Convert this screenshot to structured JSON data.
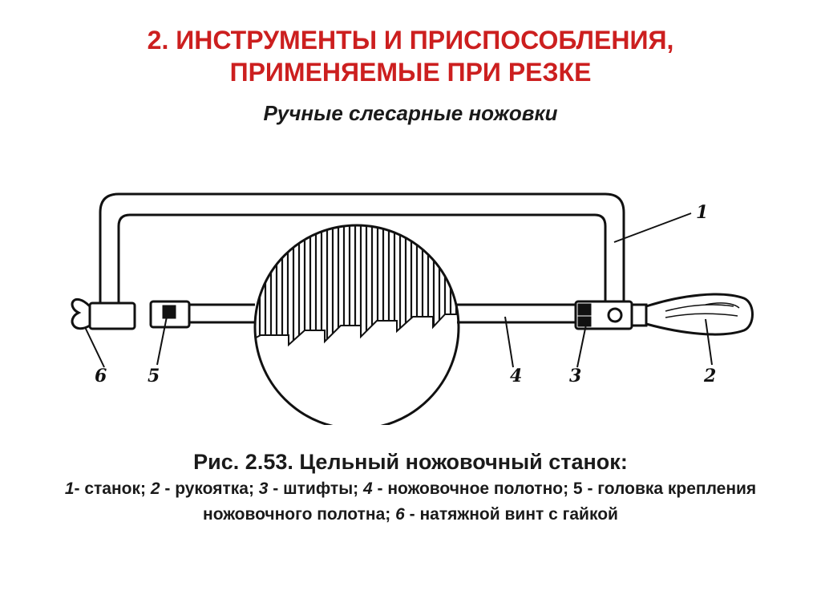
{
  "slide": {
    "title_line1": "2. ИНСТРУМЕНТЫ И ПРИСПОСОБЛЕНИЯ,",
    "title_line2": "ПРИМЕНЯЕМЫЕ ПРИ РЕЗКЕ",
    "subtitle": "Ручные слесарные ножовки"
  },
  "figure": {
    "callouts": [
      "1",
      "2",
      "3",
      "4",
      "5",
      "6"
    ],
    "caption_title": "Рис. 2.53. Цельный ножовочный станок:",
    "legend": [
      {
        "num": "1",
        "sep": "- ",
        "text": "станок; "
      },
      {
        "num": "2",
        "sep": " - ",
        "text": "рукоятка; "
      },
      {
        "num": "3",
        "sep": " - ",
        "text": "штифты; "
      },
      {
        "num": "4",
        "sep": " - ",
        "text": "ножовочное полотно; "
      },
      {
        "num": "5",
        "sep": " - ",
        "text": "головка крепления ножовочного полотна; "
      },
      {
        "num": "6",
        "sep": " - ",
        "text": "натяжной винт с гайкой"
      }
    ]
  }
}
